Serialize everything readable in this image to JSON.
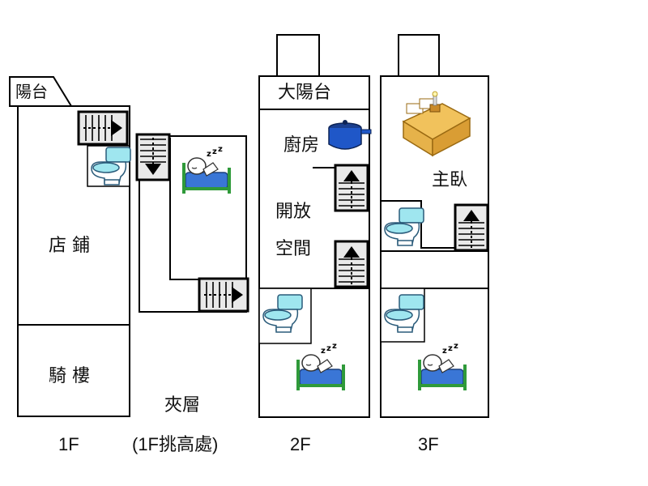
{
  "floors": {
    "f1": {
      "floor_label": "1F",
      "balcony": "陽台",
      "shop": "店 鋪",
      "arcade": "騎 樓"
    },
    "mezzanine": {
      "name": "夾層",
      "floor_label": "(1F挑高處)"
    },
    "f2": {
      "floor_label": "2F",
      "big_balcony": "大陽台",
      "kitchen": "廚房",
      "open_space_line1": "開放",
      "open_space_line2": "空間"
    },
    "f3": {
      "floor_label": "3F",
      "master_bedroom": "主臥"
    }
  },
  "icons": [
    "stairs-right-icon",
    "stairs-down-icon",
    "stairs-up-icon",
    "toilet-icon",
    "sleeping-bed-icon",
    "cooking-pot-icon",
    "double-bed-lamp-icon"
  ],
  "colors": {
    "wall": "#000000",
    "stair_fill": "#e9e9e9",
    "toilet_blue": "#9fe6ef",
    "toilet_dark": "#2a5b7a",
    "pot_blue": "#1f57c8",
    "bed_blue": "#3a76d6",
    "bed_frame": "#2f9a3a",
    "bed_gold": "#e6b24a"
  }
}
